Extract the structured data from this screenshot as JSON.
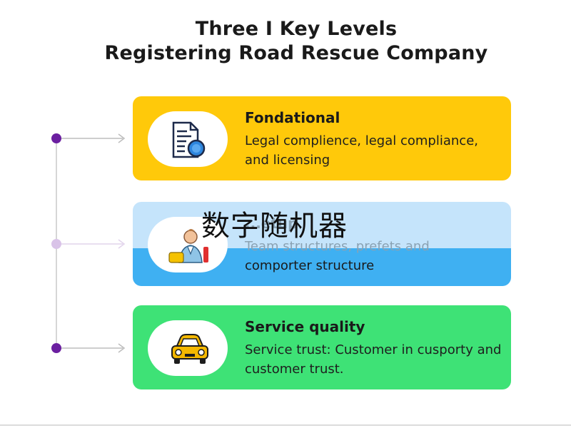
{
  "title": {
    "line1": "Three I Key Levels",
    "line2": "Registering Road Rescue Company"
  },
  "levels": [
    {
      "heading": "Fondational",
      "description": "Legal complience, legal compliance, and licensing",
      "icon": "document-icon",
      "color": "#ffc90a"
    },
    {
      "heading": "...etup",
      "description_line1": "Team structures, prefets and",
      "description_line2": "comporter structure",
      "icon": "person-icon",
      "color": "#3fb0f2"
    },
    {
      "heading": "Service quality",
      "description": "Service trust: Customer in cusporty and customer trust.",
      "icon": "car-icon",
      "color": "#3ee276"
    }
  ],
  "watermark": "数字随机器",
  "connector_color": "#6b1fa0"
}
